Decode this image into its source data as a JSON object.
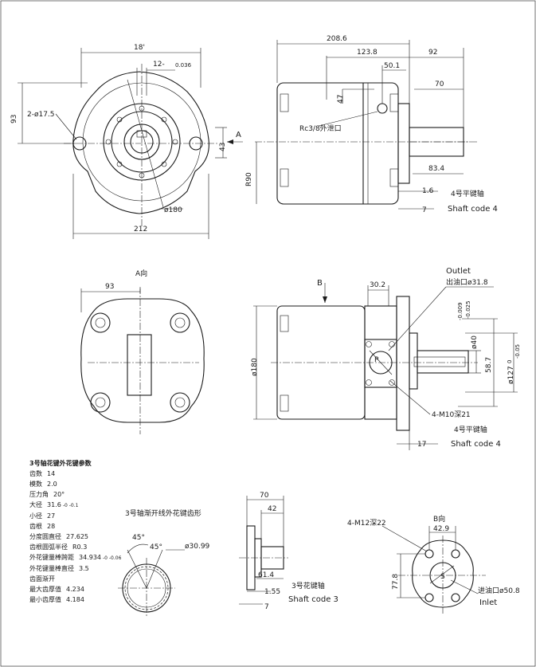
{
  "drawing": {
    "top_view": {
      "dims": {
        "w_top": "18'",
        "tol_top": "12-",
        "tol_sub": "0.036",
        "h_left": "93",
        "holes": "2-ø17.5",
        "w_bottom": "212",
        "dia_center": "ø180",
        "h_right": "43",
        "view_arrow": "A"
      },
      "labels": {}
    },
    "side_view": {
      "dims": {
        "total": "208.6",
        "d1": "123.8",
        "d2": "50.1",
        "d3": "92",
        "d4": "70",
        "d5": "47",
        "d6": "83.4",
        "d7": "1.6",
        "d8": "7",
        "r90": "R90"
      },
      "port_label": "Rc3/8外泄口",
      "shaft_cn": "4号平键轴",
      "shaft_en": "Shaft code 4"
    },
    "a_view": {
      "title": "A向",
      "dim": "93"
    },
    "front_view": {
      "arrow_b": "B",
      "dims": {
        "d1": "30.2",
        "dia180": "ø180",
        "dia40": "ø40",
        "tol40a": "-0.009",
        "tol40b": "-0.025",
        "d587": "58.7",
        "dia127": "ø127",
        "tol127a": "0",
        "tol127b": "-0.05",
        "d17": "17"
      },
      "outlet_en": "Outlet",
      "outlet_cn": "出油口ø31.8",
      "port_p": "P",
      "bolt": "4-M10深21",
      "shaft_cn": "4号平键轴",
      "shaft_en": "Shaft code 4"
    },
    "spline_spec": {
      "title": "3号轴花键外花键参数",
      "rows": [
        {
          "k": "齿数",
          "v": "14"
        },
        {
          "k": "模数",
          "v": "2.0"
        },
        {
          "k": "压力角",
          "v": "20°"
        },
        {
          "k": "大径",
          "v": "31.6",
          "tol": "-0 -0.1"
        },
        {
          "k": "小径",
          "v": "27"
        },
        {
          "k": "齿根",
          "v": "28"
        },
        {
          "k": "分度圆直径",
          "v": "27.625"
        },
        {
          "k": "齿根圆弧半径",
          "v": "R0.3"
        },
        {
          "k": "外花键量棒跨距",
          "v": "34.934",
          "tol": "-0 -0.06"
        },
        {
          "k": "外花键量棒直径",
          "v": "3.5"
        },
        {
          "k": "齿面渐开",
          "v": ""
        },
        {
          "k": "最大齿厚值",
          "v": "4.234"
        },
        {
          "k": "最小齿厚值",
          "v": "4.184"
        }
      ]
    },
    "spline_view": {
      "title": "3号轴渐开线外花键齿形",
      "a1": "45°",
      "a2": "45°",
      "dia": "ø30.99"
    },
    "shaft3": {
      "dims": {
        "d70": "70",
        "d42": "42",
        "d614": "61.4",
        "d155": "1.55",
        "d7": "7"
      },
      "label_cn": "3号花键轴",
      "label_en": "Shaft code 3"
    },
    "b_view": {
      "title": "B向",
      "bolt": "4-M12深22",
      "d429": "42.9",
      "d778": "77.8",
      "port_s": "S",
      "inlet_cn": "进油口ø50.8",
      "inlet_en": "Inlet"
    }
  }
}
